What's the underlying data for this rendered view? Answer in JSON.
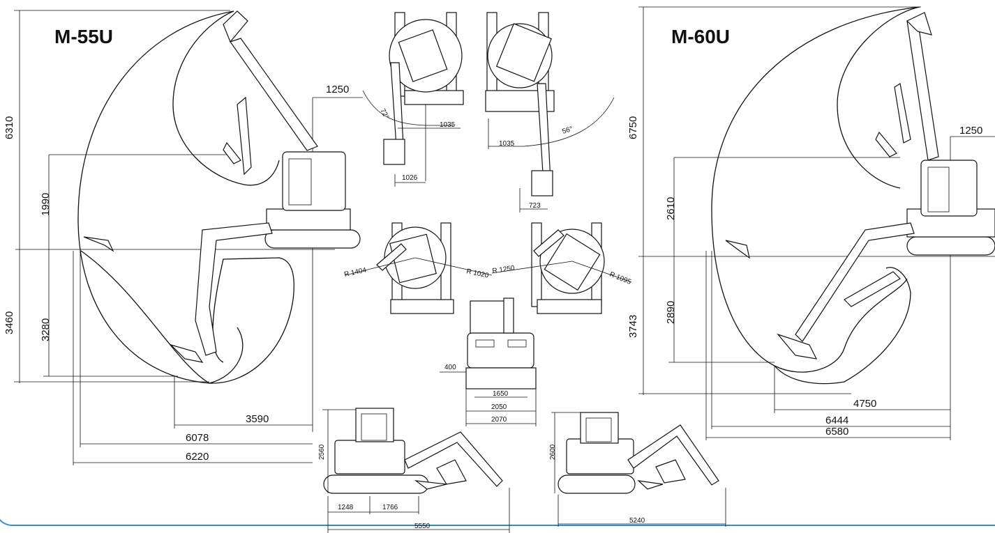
{
  "models": {
    "left": {
      "name": "M-55U",
      "dims": {
        "top_total": "6310",
        "above": "1990",
        "below": "3280",
        "below_total": "3460",
        "swing_tail": "1250",
        "reach_dig": "3590",
        "reach_ground": "6078",
        "reach_max": "6220"
      }
    },
    "right": {
      "name": "M-60U",
      "dims": {
        "top_total": "6750",
        "above": "2610",
        "below": "2890",
        "below_total": "3743",
        "swing_tail": "1250",
        "reach_dig": "4750",
        "reach_ground": "6444",
        "reach_max": "6580"
      }
    }
  },
  "top_views": {
    "swing_left_angle": "72°",
    "swing_right_angle": "56°",
    "offset_left_outer": "1035",
    "offset_left_inner": "1026",
    "offset_right_outer": "1035",
    "offset_right_inner": "723",
    "radius_1": "R 1404",
    "radius_2": "R 1020",
    "radius_3": "R 1250",
    "radius_4": "R 1095"
  },
  "front_view": {
    "blade_height": "400",
    "track_gauge": "1650",
    "width": "2050",
    "blade_width": "2070"
  },
  "side_left": {
    "height": "2560",
    "tail": "1248",
    "tracks": "1766",
    "length": "5550"
  },
  "side_right": {
    "height": "2600",
    "length": "5240"
  },
  "colors": {
    "frame": "#2d8fd6",
    "ink": "#111111"
  }
}
